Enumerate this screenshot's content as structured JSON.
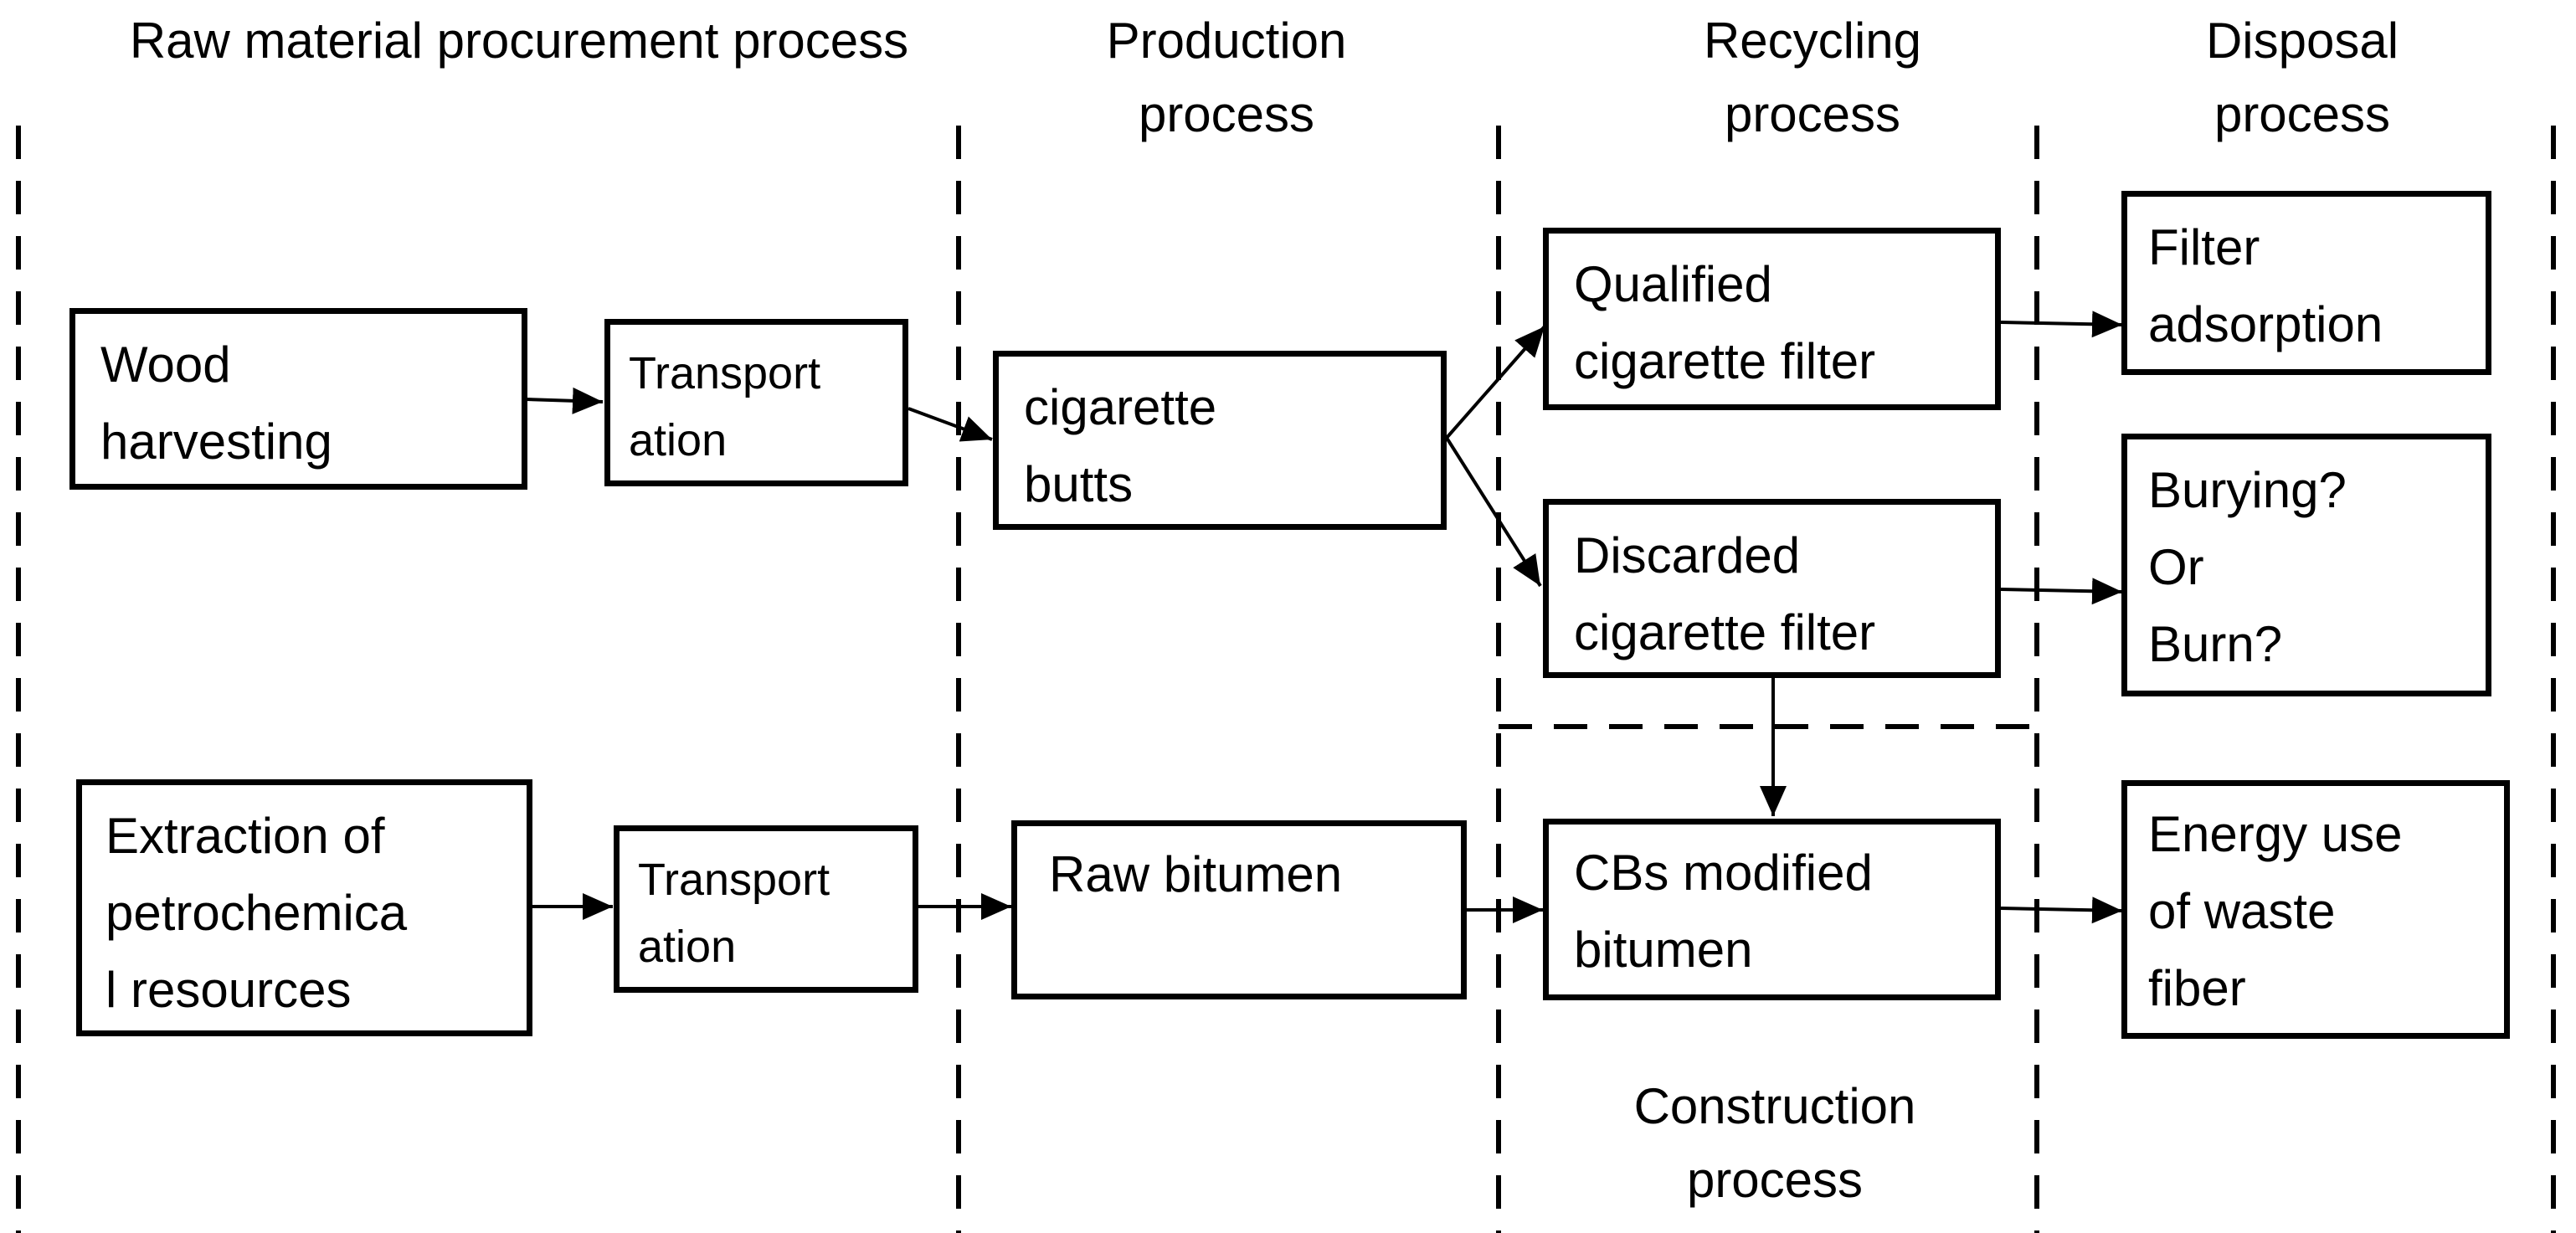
{
  "columns": {
    "raw_material": "Raw material procurement\nprocess",
    "production": "Production\nprocess",
    "recycling": "Recycling\nprocess",
    "disposal": "Disposal\nprocess"
  },
  "nodes": {
    "wood_harvesting": "Wood\nharvesting",
    "transport_top": "Transport\nation",
    "cigarette_butts": "cigarette\nbutts",
    "qualified_filter": "Qualified\ncigarette filter",
    "discarded_filter": "Discarded\ncigarette filter",
    "filter_adsorption": "Filter\nadsorption",
    "burying_burn": "Burying?\nOr\nBurn?",
    "extraction_petro": "Extraction of\npetrochemica\nl resources",
    "transport_bottom": "Transport\nation",
    "raw_bitumen": "Raw bitumen",
    "cbs_modified": "CBs modified\nbitumen",
    "energy_use": "Energy use\nof waste\nfiber"
  },
  "construction_label": "Construction\nprocess"
}
